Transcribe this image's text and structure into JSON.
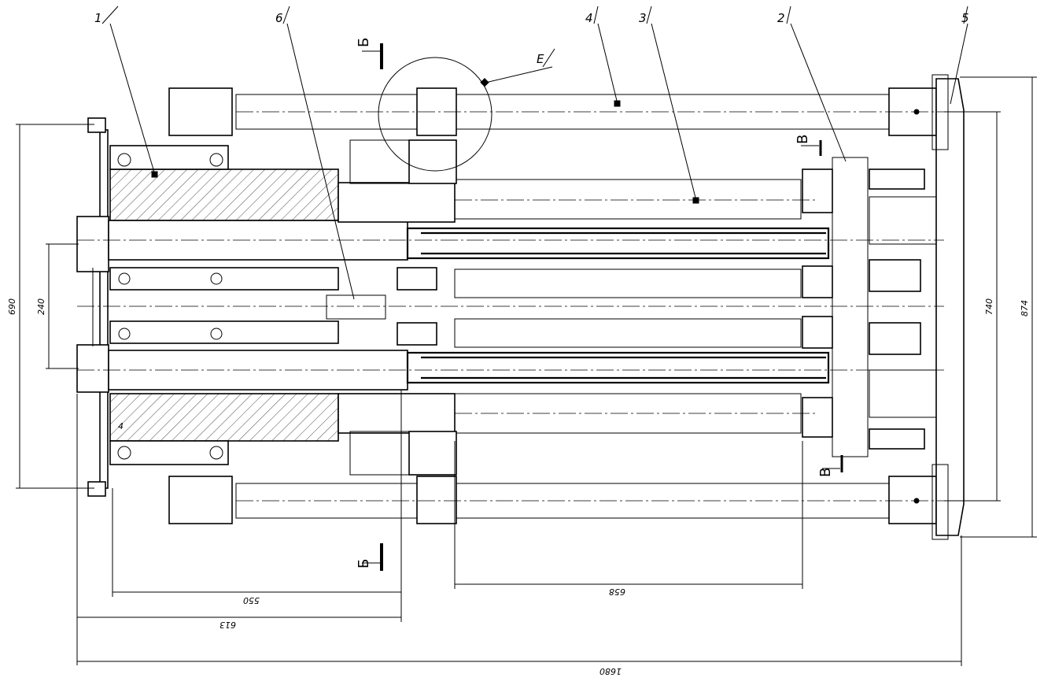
{
  "labels": {
    "item1": "1",
    "item2": "2",
    "item3": "3",
    "item4": "4",
    "item5": "5",
    "item6": "6",
    "detail_e": "Е"
  },
  "sections": {
    "b_top": "Б",
    "b_bottom": "Б",
    "v_top": "В",
    "v_bottom": "В"
  },
  "dimensions": {
    "d690": "690",
    "d240": "240",
    "d740": "740",
    "d874": "874",
    "d550": "550",
    "d613": "613",
    "d658": "658",
    "d1680": "1680",
    "d4": "4"
  }
}
